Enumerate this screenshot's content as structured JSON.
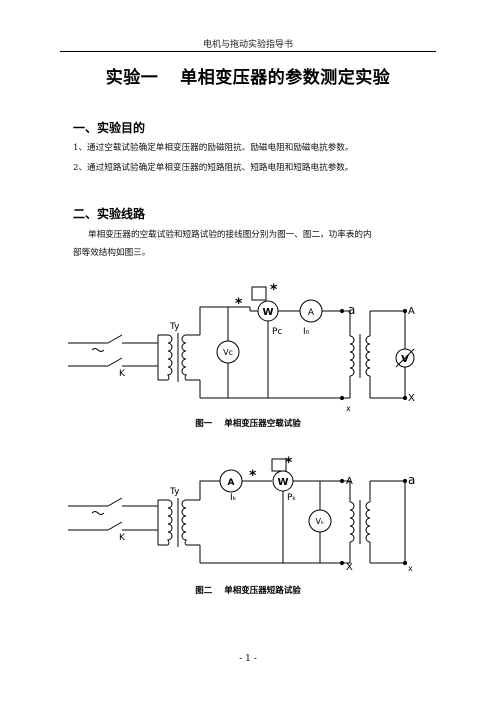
{
  "header": "电机与拖动实验指导书",
  "title": {
    "number": "实验一",
    "text": "单相变压器的参数测定实验"
  },
  "sections": [
    {
      "heading": "一、实验目的",
      "items": [
        "1、通过空载试验确定单相变压器的励磁阻抗、励磁电阻和励磁电抗参数。",
        "2、通过短路试验确定单相变压器的短路阻抗、短路电阻和短路电抗参数。"
      ]
    },
    {
      "heading": "二、实验线路",
      "paragraph_line1": "单相变压器的空载试验和短路试验的接线图分别为图一、图二，功率表的内",
      "paragraph_line2": "部等效结构如图三。"
    }
  ],
  "figure1": {
    "caption_num": "图一",
    "caption_text": "单相变压器空载试验",
    "labels": {
      "regulator": "Ty",
      "switch": "K",
      "voltmeter": "Vc",
      "wattmeter": "W",
      "ammeter": "A",
      "power": "Pc",
      "current": "I₀",
      "star": "*",
      "sec_top": "a",
      "sec_bottom": "x",
      "out_top": "A",
      "out_bottom": "X",
      "out_meter": "V"
    }
  },
  "figure2": {
    "caption_num": "图二",
    "caption_text": "单相变压器短路试验",
    "labels": {
      "regulator": "Ty",
      "switch": "K",
      "ammeter": "A",
      "wattmeter": "W",
      "voltmeter": "Vₖ",
      "current": "Iₖ",
      "power": "Pₖ",
      "star": "*",
      "sec_top": "A",
      "sec_bottom": "X",
      "out_top": "a",
      "out_bottom": "x"
    }
  },
  "page_number": "- 1 -"
}
